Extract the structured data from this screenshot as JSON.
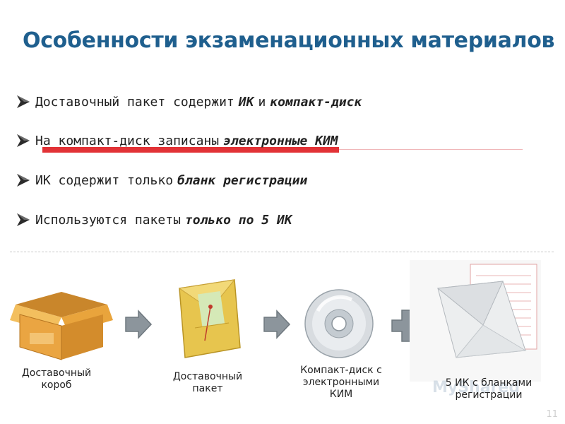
{
  "slide": {
    "title": "Особенности экзаменационных материалов",
    "bullets": [
      {
        "plain": "Доставочный пакет содержит",
        "emphasis": "ИК",
        "connector": "и",
        "emphasis2": "компакт-диск"
      },
      {
        "plain": "На компакт-диск записаны",
        "emphasis": "электронные КИМ"
      },
      {
        "plain": "ИК содержит только",
        "emphasis": "бланк регистрации"
      },
      {
        "plain": "Используются пакеты",
        "emphasis": "только по 5 ИК"
      }
    ],
    "flow": {
      "items": [
        {
          "icon": "cardboard-box-icon",
          "caption_line1": "Доставочный",
          "caption_line2": "короб"
        },
        {
          "icon": "envelope-package-icon",
          "caption_line1": "Доставочный",
          "caption_line2": "пакет"
        },
        {
          "icon": "compact-disc-icon",
          "caption_line1": "Компакт-диск с",
          "caption_line2": "электронными",
          "caption_line3": "КИМ"
        },
        {
          "icon": "envelope-forms-icon",
          "caption_line1": "5 ИК с бланками",
          "caption_line2": "регистрации"
        }
      ],
      "connectors": [
        "arrow-right-icon",
        "arrow-right-icon",
        "plus-icon"
      ]
    },
    "watermark": "MyShared",
    "page_number": "11"
  },
  "colors": {
    "title": "#1f5f8e",
    "underline_red": "#e23236",
    "arrow_gray": "#8c959c",
    "box_orange": "#e8a33a"
  }
}
